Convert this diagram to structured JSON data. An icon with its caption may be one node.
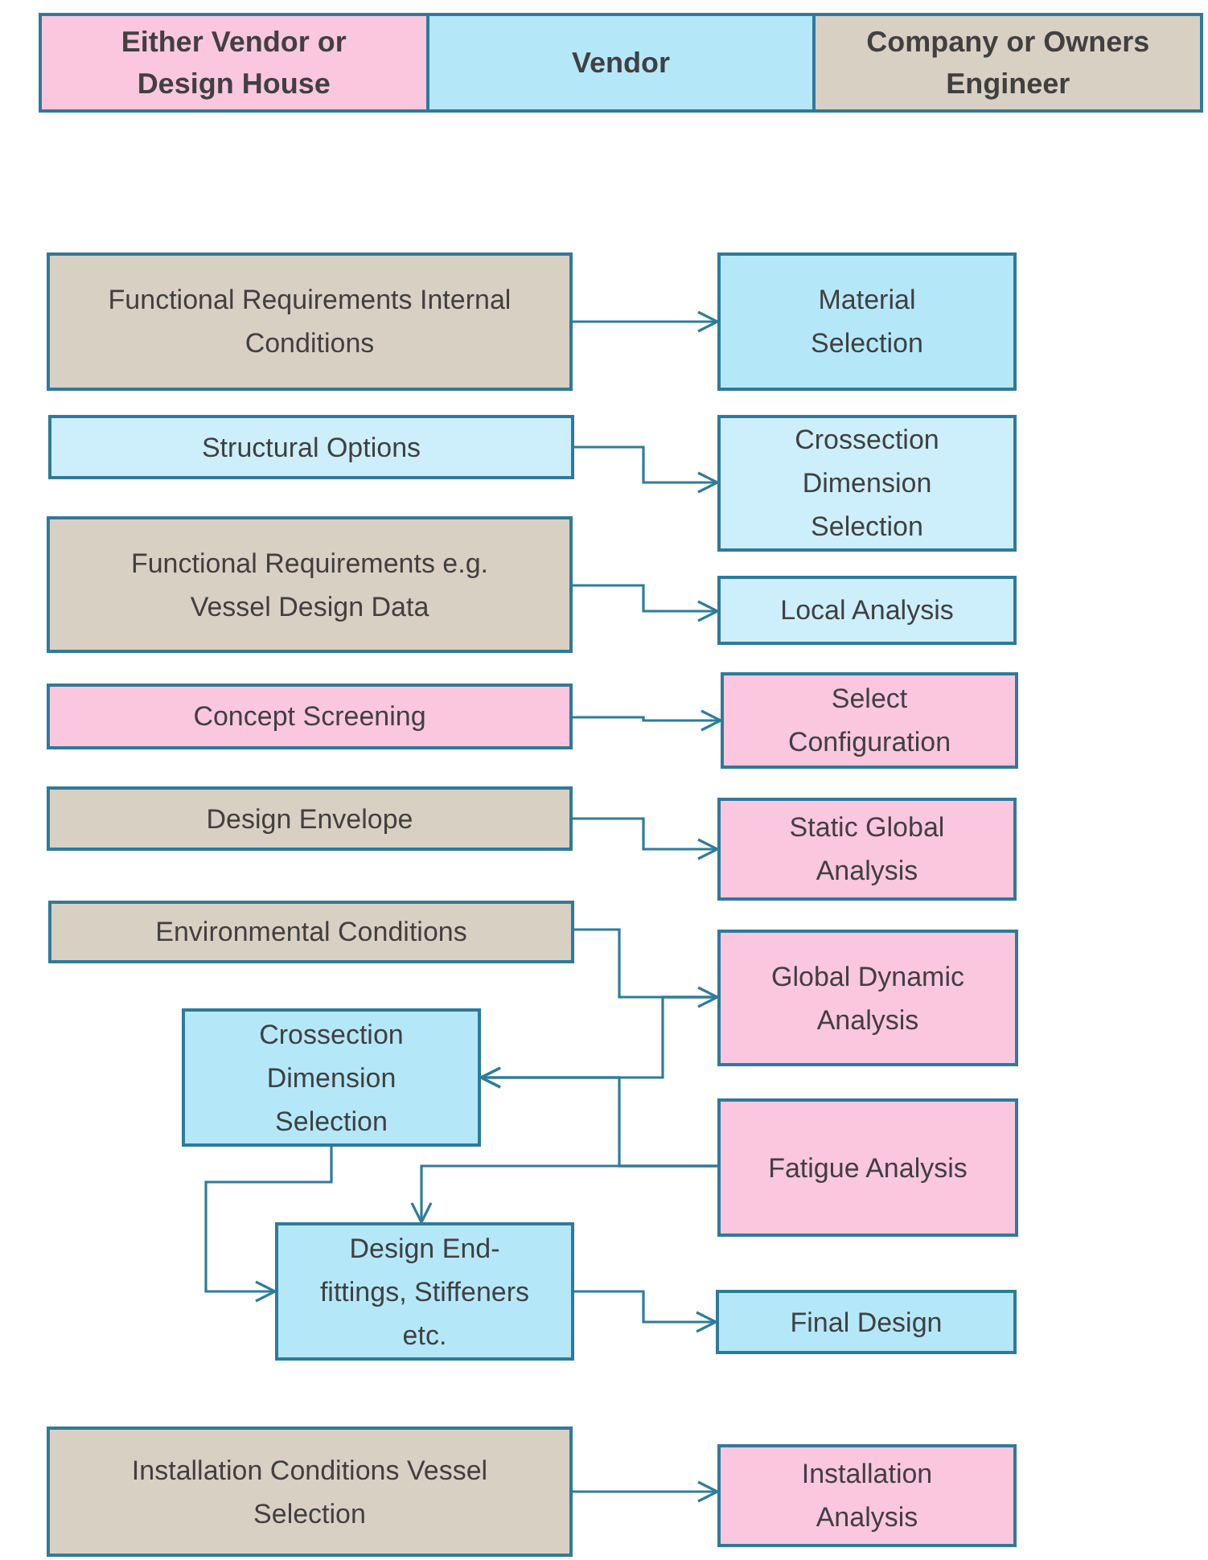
{
  "diagram": {
    "nodes": [
      {
        "text": [
          "Functional Requirements Internal Conditions"
        ]
      },
      {
        "text": [
          "Material Selection"
        ]
      },
      {
        "text": [
          "Structural Options"
        ]
      },
      {
        "text": [
          "Crossection Dimension Selection"
        ]
      },
      {
        "text": [
          "Functional Requirements e.g. Vessel Design Data"
        ]
      },
      {
        "text": [
          "Local Analysis"
        ]
      },
      {
        "text": [
          "Concept Screening"
        ]
      },
      {
        "text": [
          "Select Configuration"
        ]
      },
      {
        "text": [
          "Design Envelope"
        ]
      },
      {
        "text": [
          "Static Global Analysis"
        ]
      },
      {
        "text": [
          "Environmental Conditions"
        ]
      },
      {
        "text": [
          "Global Dynamic Analysis"
        ]
      },
      {
        "text": [
          "Crossection Dimension Selection"
        ]
      },
      {
        "text": [
          "Fatigue Analysis"
        ]
      },
      {
        "text": [
          "Design End-fittings, Stiffeners etc."
        ]
      },
      {
        "text": [
          "Final Design"
        ]
      },
      {
        "text": [
          "Installation Conditions Vessel Selection"
        ]
      },
      {
        "text": [
          "Installation Analysis"
        ]
      }
    ],
    "edges": [
      {
        "from": 0,
        "to": 1,
        "arrow": "to"
      },
      {
        "from": 2,
        "to": 3,
        "arrow": "to"
      },
      {
        "from": 4,
        "to": 5,
        "arrow": "to"
      },
      {
        "from": 6,
        "to": 7,
        "arrow": "to"
      },
      {
        "from": 8,
        "to": 9,
        "arrow": "to"
      },
      {
        "from": 10,
        "to": 11,
        "arrow": "to"
      },
      {
        "from": 11,
        "to": 12,
        "arrow": "to"
      },
      {
        "from": 13,
        "to": 12,
        "arrow": "to"
      },
      {
        "from": 13,
        "to": 14,
        "arrow": "to"
      },
      {
        "from": 12,
        "to": 14,
        "arrow": "to"
      },
      {
        "from": 14,
        "to": 15,
        "arrow": "to"
      },
      {
        "from": 16,
        "to": 17,
        "arrow": "to"
      }
    ],
    "legend": [
      {
        "text": "Either Vendor or Design House",
        "color": "#fbc7de"
      },
      {
        "text": "Vendor",
        "color": "#b4e8f9"
      },
      {
        "text": "Company or Owners Engineer",
        "color": "#d9d0c4"
      }
    ]
  }
}
